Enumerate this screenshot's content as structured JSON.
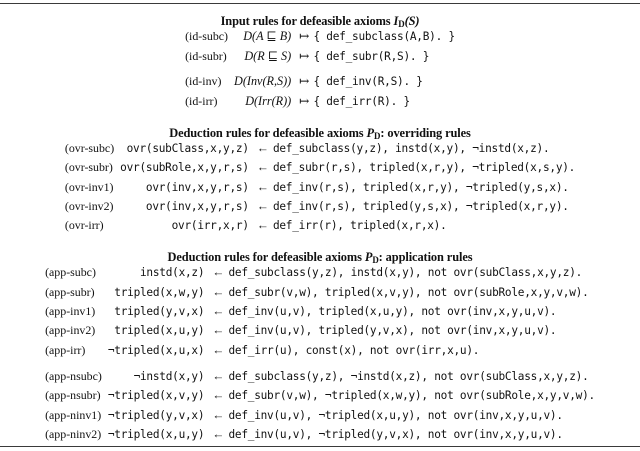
{
  "figure": {
    "sections": [
      {
        "id": "input-rules",
        "title": "Input rules for defeasible axioms I_D(S)",
        "title_parts": {
          "text": "Input rules for defeasible axioms ",
          "sym": "I",
          "sub": "D",
          "tail": "(S)"
        },
        "rows": [
          {
            "label": "(id-subc)",
            "head": "D(A ⊑ B)",
            "arrow": "↦",
            "body": "{ def_subclass(A,B). }"
          },
          {
            "label": "(id-subr)",
            "head": "D(R ⊑ S)",
            "arrow": "↦",
            "body": "{ def_subr(R,S). }"
          },
          {
            "label": "(id-inv)",
            "head": "D(Inv(R,S))",
            "arrow": "↦",
            "body": "{ def_inv(R,S). }"
          },
          {
            "label": "(id-irr)",
            "head": "D(Irr(R))",
            "arrow": "↦",
            "body": "{ def_irr(R). }"
          }
        ]
      },
      {
        "id": "overriding-rules",
        "title": "Deduction rules for defeasible axioms P_D: overriding rules",
        "title_parts": {
          "text": "Deduction rules for defeasible axioms ",
          "sym": "P",
          "sub": "D",
          "tail": ": overriding rules"
        },
        "rows": [
          {
            "label": "(ovr-subc)",
            "head": "ovr(subClass,x,y,z)",
            "arrow": "←",
            "body": "def_subclass(y,z), instd(x,y), ¬instd(x,z)."
          },
          {
            "label": "(ovr-subr)",
            "head": "ovr(subRole,x,y,r,s)",
            "arrow": "←",
            "body": "def_subr(r,s), tripled(x,r,y), ¬tripled(x,s,y)."
          },
          {
            "label": "(ovr-inv1)",
            "head": "ovr(inv,x,y,r,s)",
            "arrow": "←",
            "body": "def_inv(r,s), tripled(x,r,y), ¬tripled(y,s,x)."
          },
          {
            "label": "(ovr-inv2)",
            "head": "ovr(inv,x,y,r,s)",
            "arrow": "←",
            "body": "def_inv(r,s), tripled(y,s,x), ¬tripled(x,r,y)."
          },
          {
            "label": "(ovr-irr)",
            "head": "ovr(irr,x,r)",
            "arrow": "←",
            "body": "def_irr(r), tripled(x,r,x)."
          }
        ]
      },
      {
        "id": "application-rules",
        "title": "Deduction rules for defeasible axioms P_D: application rules",
        "title_parts": {
          "text": "Deduction rules for defeasible axioms ",
          "sym": "P",
          "sub": "D",
          "tail": ": application rules"
        },
        "rows": [
          {
            "label": "(app-subc)",
            "head": "instd(x,z)",
            "arrow": "←",
            "body": "def_subclass(y,z), instd(x,y), not ovr(subClass,x,y,z)."
          },
          {
            "label": "(app-subr)",
            "head": "tripled(x,w,y)",
            "arrow": "←",
            "body": "def_subr(v,w), tripled(x,v,y), not ovr(subRole,x,y,v,w)."
          },
          {
            "label": "(app-inv1)",
            "head": "tripled(y,v,x)",
            "arrow": "←",
            "body": "def_inv(u,v), tripled(x,u,y), not ovr(inv,x,y,u,v)."
          },
          {
            "label": "(app-inv2)",
            "head": "tripled(x,u,y)",
            "arrow": "←",
            "body": "def_inv(u,v), tripled(y,v,x), not ovr(inv,x,y,u,v)."
          },
          {
            "label": "(app-irr)",
            "head": "¬tripled(x,u,x)",
            "arrow": "←",
            "body": "def_irr(u), const(x), not ovr(irr,x,u)."
          },
          {
            "label": "(app-nsubc)",
            "head": "¬instd(x,y)",
            "arrow": "←",
            "body": "def_subclass(y,z), ¬instd(x,z), not ovr(subClass,x,y,z)."
          },
          {
            "label": "(app-nsubr)",
            "head": "¬tripled(x,v,y)",
            "arrow": "←",
            "body": "def_subr(v,w), ¬tripled(x,w,y), not ovr(subRole,x,y,v,w)."
          },
          {
            "label": "(app-ninv1)",
            "head": "¬tripled(y,v,x)",
            "arrow": "←",
            "body": "def_inv(u,v), ¬tripled(x,u,y), not ovr(inv,x,y,u,v)."
          },
          {
            "label": "(app-ninv2)",
            "head": "¬tripled(x,u,y)",
            "arrow": "←",
            "body": "def_inv(u,v), ¬tripled(y,v,x), not ovr(inv,x,y,u,v)."
          }
        ]
      }
    ]
  },
  "style": {
    "rule_color": "#3a3a3a",
    "text_color": "#111111",
    "background": "#ffffff"
  }
}
